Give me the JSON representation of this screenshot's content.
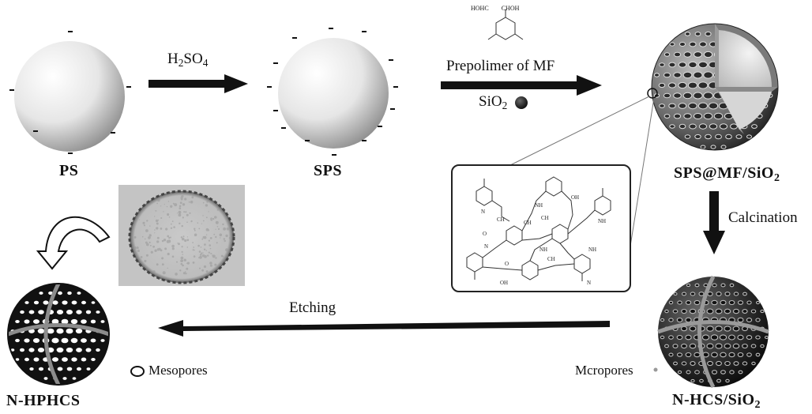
{
  "labels": {
    "ps": "PS",
    "sps": "SPS",
    "sps_mf_sio2": "SPS@MF/SiO",
    "sps_mf_sio2_sub": "2",
    "n_hcs_sio2": "N-HCS/SiO",
    "n_hcs_sio2_sub": "2",
    "n_hphcs": "N-HPHCS"
  },
  "steps": {
    "acid": "H",
    "acid_sub1": "2",
    "acid_mid": "SO",
    "acid_sub2": "4",
    "prepolymer": "Prepolimer of MF",
    "silica": "SiO",
    "silica_sub": "2",
    "calcination": "Calcination",
    "etching": "Etching"
  },
  "legend": {
    "mesopores": "Mesopores",
    "micropores": "Mcropores"
  },
  "formula_text": {
    "a": "HOH",
    "b": "C",
    "c": "CH",
    "d": "OH",
    "n": "N",
    "nh": "NH",
    "h2c": "H",
    "ch2": "CH",
    "o": "O"
  },
  "colors": {
    "arrow": "#111111",
    "sphere_light": "#f4f4f4",
    "sphere_dark": "#9a9a9a",
    "porous_dark": "#1a1a1a",
    "cut_face": "#cfcfcf"
  }
}
